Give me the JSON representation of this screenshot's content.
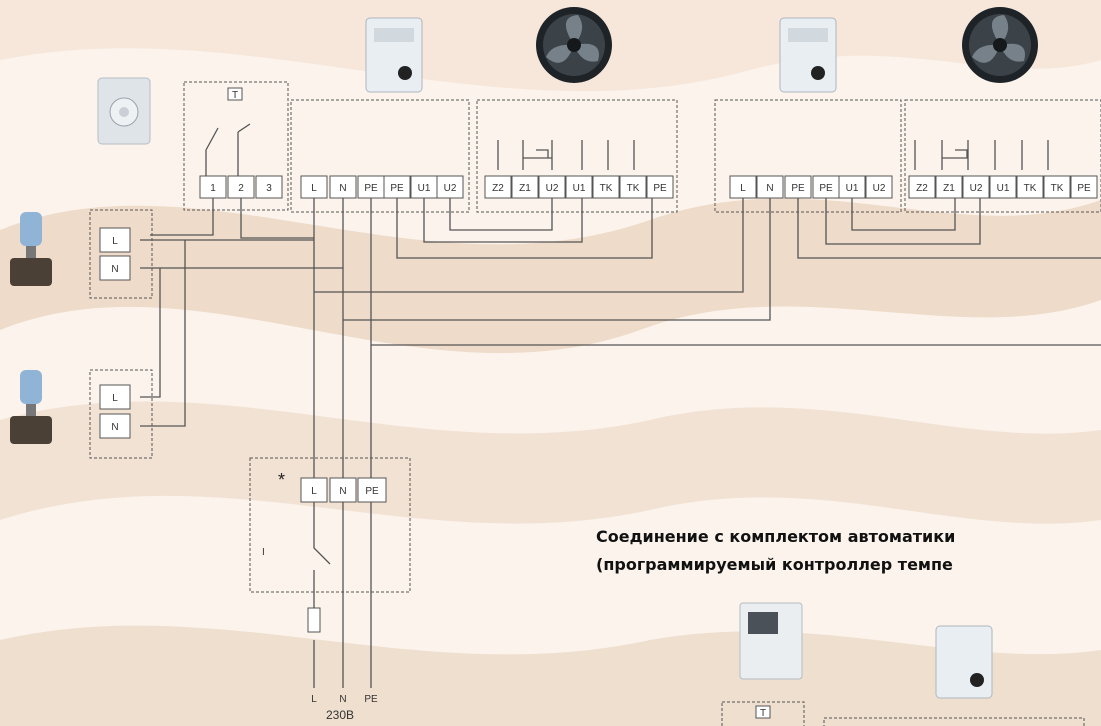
{
  "thermostat_block": {
    "terminals": [
      "1",
      "2",
      "3"
    ],
    "sensor_label": "T"
  },
  "unit1_power_terminals": [
    "L",
    "N",
    "PE",
    "PE",
    "U1",
    "U2"
  ],
  "unit1_control_terminals": [
    "Z2",
    "Z1",
    "U2",
    "U1",
    "TK",
    "TK",
    "PE"
  ],
  "unit2_power_terminals": [
    "L",
    "N",
    "PE",
    "PE",
    "U1",
    "U2"
  ],
  "unit2_control_terminals": [
    "Z2",
    "Z1",
    "U2",
    "U1",
    "TK",
    "TK",
    "PE"
  ],
  "valve1_terminals": [
    "L",
    "N"
  ],
  "valve2_terminals": [
    "L",
    "N"
  ],
  "supply_terminals": [
    "L",
    "N",
    "PE"
  ],
  "supply_marker": "*",
  "switch_label": "I",
  "mains_labels": [
    "L",
    "N",
    "PE"
  ],
  "mains_voltage": "230В",
  "caption_line1": "Соединение с комплектом автоматики",
  "caption_line2": "(программируемый контроллер темпе",
  "lower_controller_label": "T",
  "icons": [
    "room-thermostat-icon",
    "controller-icon",
    "fan-icon",
    "controller-icon",
    "fan-icon",
    "valve-actuator-icon",
    "valve-actuator-icon",
    "programmable-controller-icon",
    "controller-icon"
  ]
}
